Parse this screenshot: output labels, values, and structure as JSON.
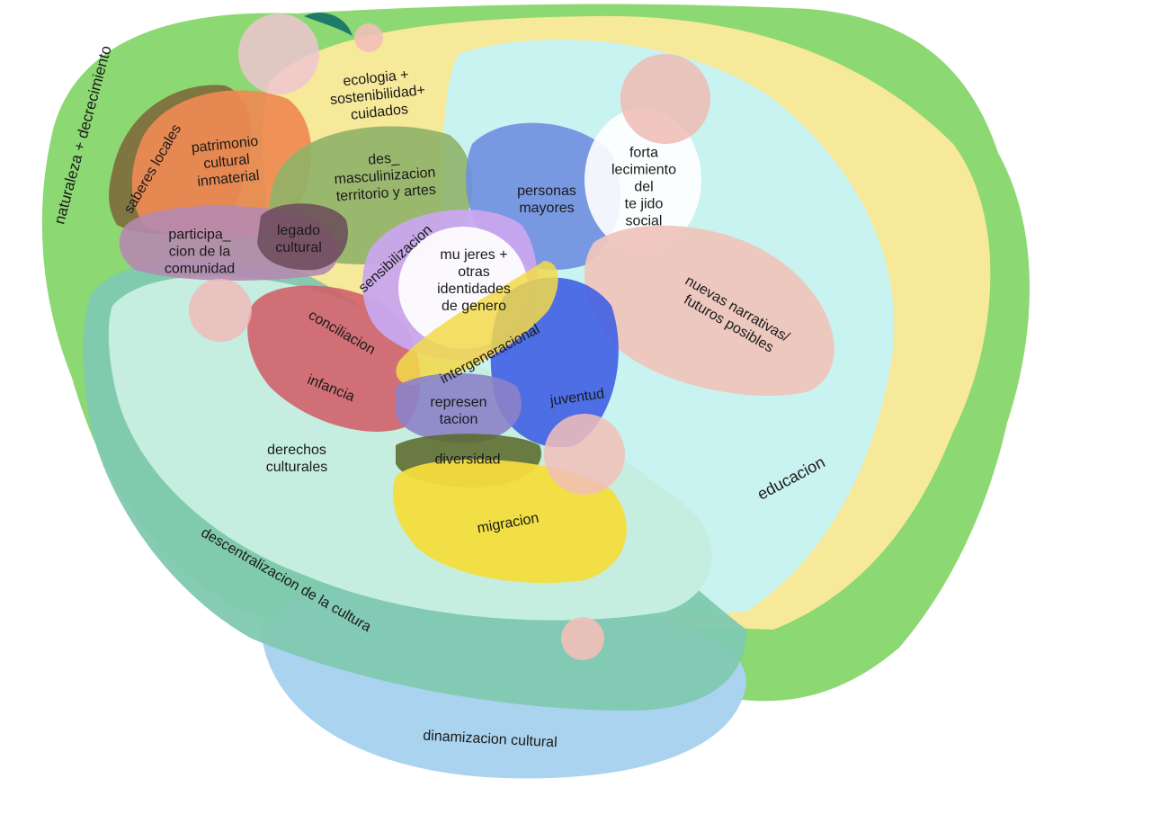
{
  "title": "Mapa de ejes culturales",
  "colors": {
    "outer_green": "#86d66a",
    "yellow_band": "#f7e99a",
    "light_cyan": "#c9f3f0",
    "teal_band": "#7fc9b0",
    "light_blue": "#a9d3ee",
    "mint": "#c5eee0",
    "orange": "#ef8a52",
    "dark_olive": "#7c6a3c",
    "olive_green": "#8fb268",
    "purple": "#b58ab0",
    "blue": "#6f8fe0",
    "pink": "#efc5bc",
    "lavender": "#c9a7ee",
    "red": "#d0626a",
    "deep_blue": "#3f5fe2",
    "migration_yellow": "#f4dc3c"
  },
  "labels": {
    "naturaleza": "naturaleza + decrecimiento",
    "saberes": "saberes locales",
    "patrimonio": "patrimonio\ncultural\ninmaterial",
    "ecologia": "ecologia +\nsostenibilidad+\ncuidados",
    "desmasculinizacion": "des_\nmasculinizacion\nterritorio y artes",
    "personas_mayores": "personas\nmayores",
    "fortalecimiento": "forta\nlecimiento\ndel\nte jido\nsocial",
    "participacion": "participa_\ncion de la\ncomunidad",
    "legado": "legado\ncultural",
    "sensibilizacion": "sensibilizacion",
    "mujeres": "mu jeres +\notras\nidentidades\nde genero",
    "intergeneracional": "intergeneracional",
    "conciliacion": "conciliacion",
    "infancia": "infancia",
    "juventud": "juventud",
    "nuevas_narrativas": "nuevas narrativas/\nfuturos posibles",
    "representacion": "represen\ntacion",
    "diversidad": "diversidad",
    "derechos": "derechos\nculturales",
    "migracion": "migracion",
    "educacion": "educacion",
    "descentralizacion": "descentralizacion de la cultura",
    "dinamizacion": "dinamizacion cultural"
  }
}
